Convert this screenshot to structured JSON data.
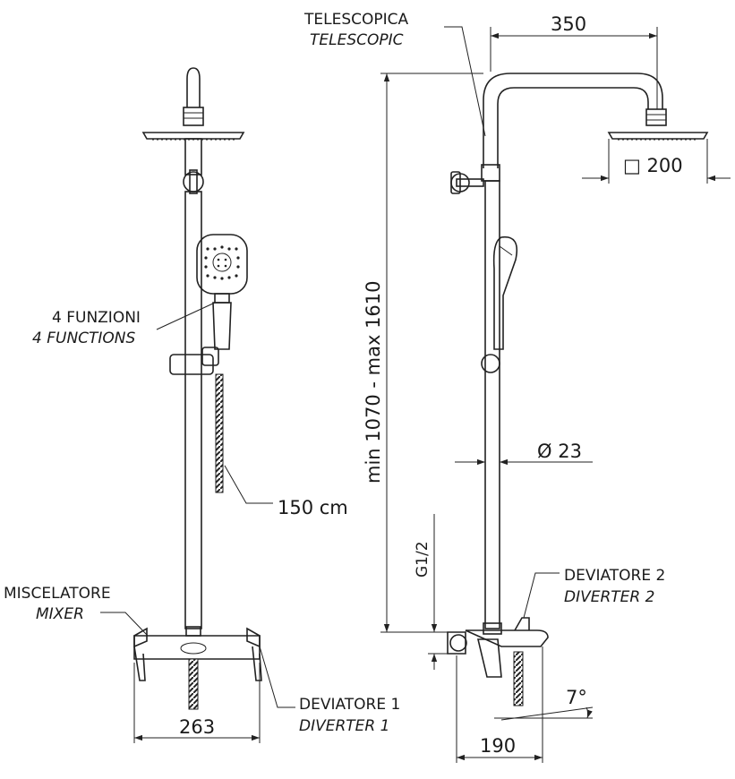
{
  "labels": {
    "telescopic_it": "TELESCOPICA",
    "telescopic_en": "TELESCOPIC",
    "functions_it": "4 FUNZIONI",
    "functions_en": "4 FUNCTIONS",
    "mixer_it": "MISCELATORE",
    "mixer_en": "MIXER",
    "diverter1_it": "DEVIATORE 1",
    "diverter1_en": "DIVERTER 1",
    "diverter2_it": "DEVIATORE  2",
    "diverter2_en": "DIVERTER 2"
  },
  "dimensions": {
    "arm_length": "350",
    "head_size": "□ 200",
    "height_range": "min 1070 - max 1610",
    "tube_diameter": "Ø 23",
    "connection": "G1/2",
    "hose_length": "150 cm",
    "mixer_width": "263",
    "spout_depth": "190",
    "angle": "7°"
  }
}
